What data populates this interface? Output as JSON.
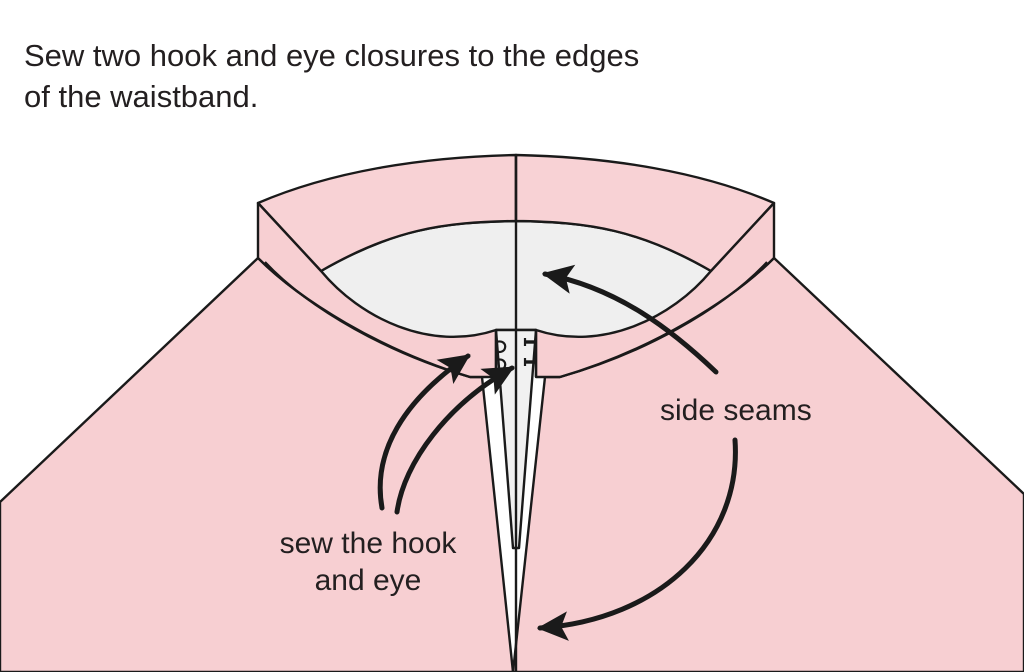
{
  "figure": {
    "title_lines": [
      "Sew two hook and eye closures to the edges",
      "of the waistband."
    ],
    "type": "sewing-instruction-diagram",
    "subject": "skirt waistband with hook and eye closures"
  },
  "annotations": {
    "hook_and_eye": {
      "lines": [
        "sew the hook",
        "and eye"
      ],
      "arrow_count": 2,
      "points_to": "closure edges of the waistband"
    },
    "side_seams": {
      "label": "side seams",
      "arrow_count": 2,
      "points_to": "right side seam and center back seam"
    }
  },
  "closures": {
    "eye_label": "eye",
    "hook_label": "hook",
    "eye_count": 2,
    "hook_count": 2
  },
  "colors": {
    "fabric_pink": "#F7CFD2",
    "fabric_pink_band": "#F8D2D5",
    "lining_gray": "#EFEFEF",
    "placket_gray": "#F1F1F1",
    "outline": "#1A1A1A",
    "text": "#231f20",
    "background": "#FFFFFF"
  }
}
